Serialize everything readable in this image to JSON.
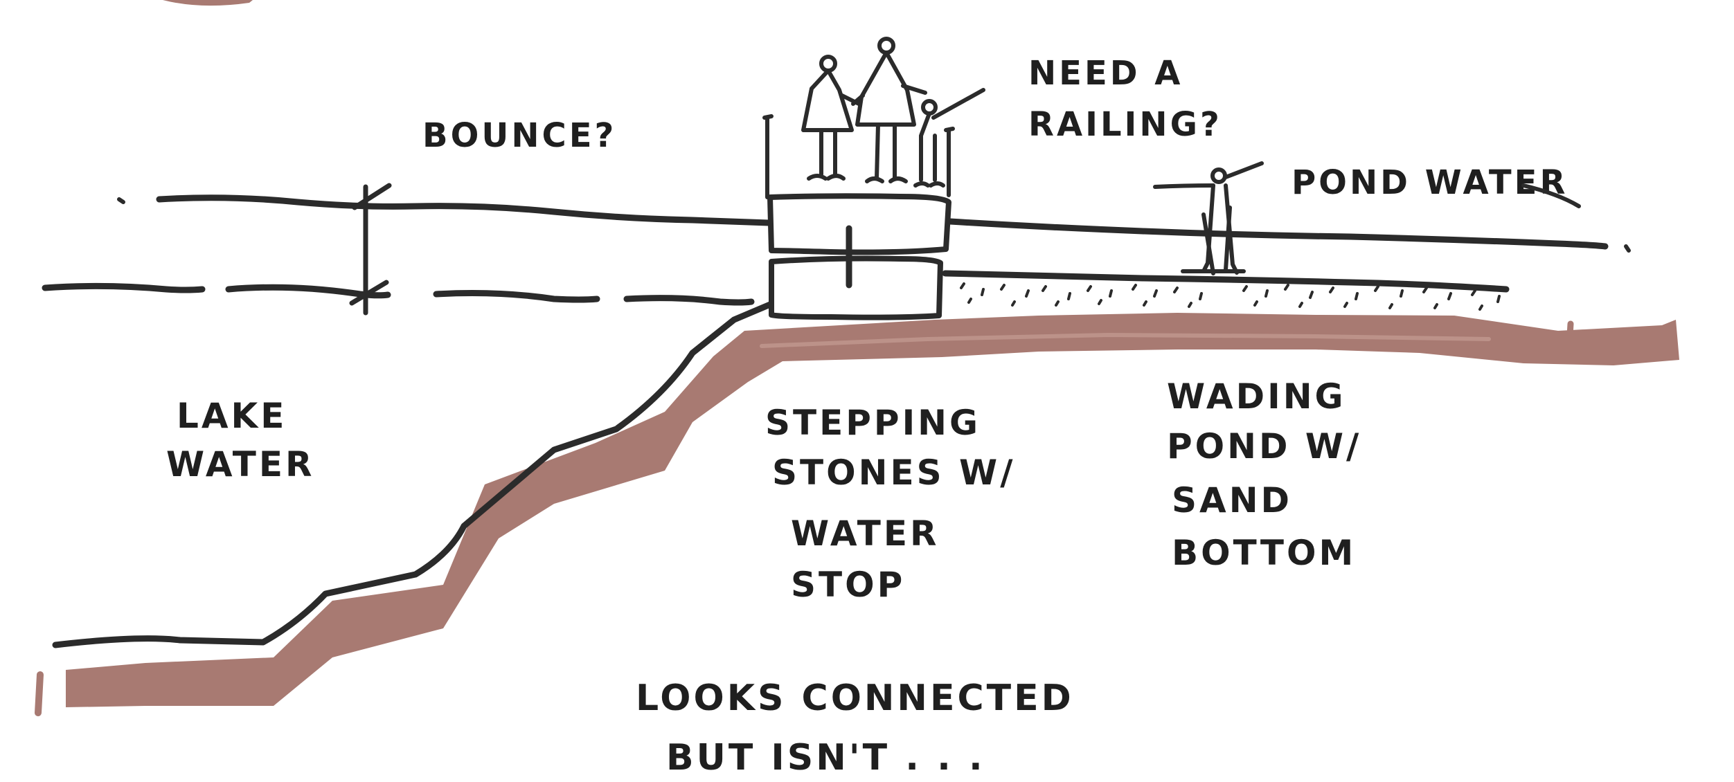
{
  "labels": {
    "bounce": "BOUNCE?",
    "railing_line1": "NEED A",
    "railing_line2": "RAILING?",
    "pond_water": "POND WATER",
    "lake_line1": "LAKE",
    "lake_line2": "WATER",
    "stones_line1": "STEPPING",
    "stones_line2": "STONES W/",
    "stones_line3": "WATER",
    "stones_line4": "STOP",
    "wading_line1": "WADING",
    "wading_line2": "POND W/",
    "wading_line3": "SAND",
    "wading_line4": "BOTTOM",
    "bottom_line1": "LOOKS CONNECTED",
    "bottom_line2": "BUT ISN'T . . ."
  },
  "colors": {
    "ink": "#2b2b2b",
    "soil": "#a87a72",
    "soil_highlight": "#c9a29a",
    "background": "#ffffff"
  }
}
